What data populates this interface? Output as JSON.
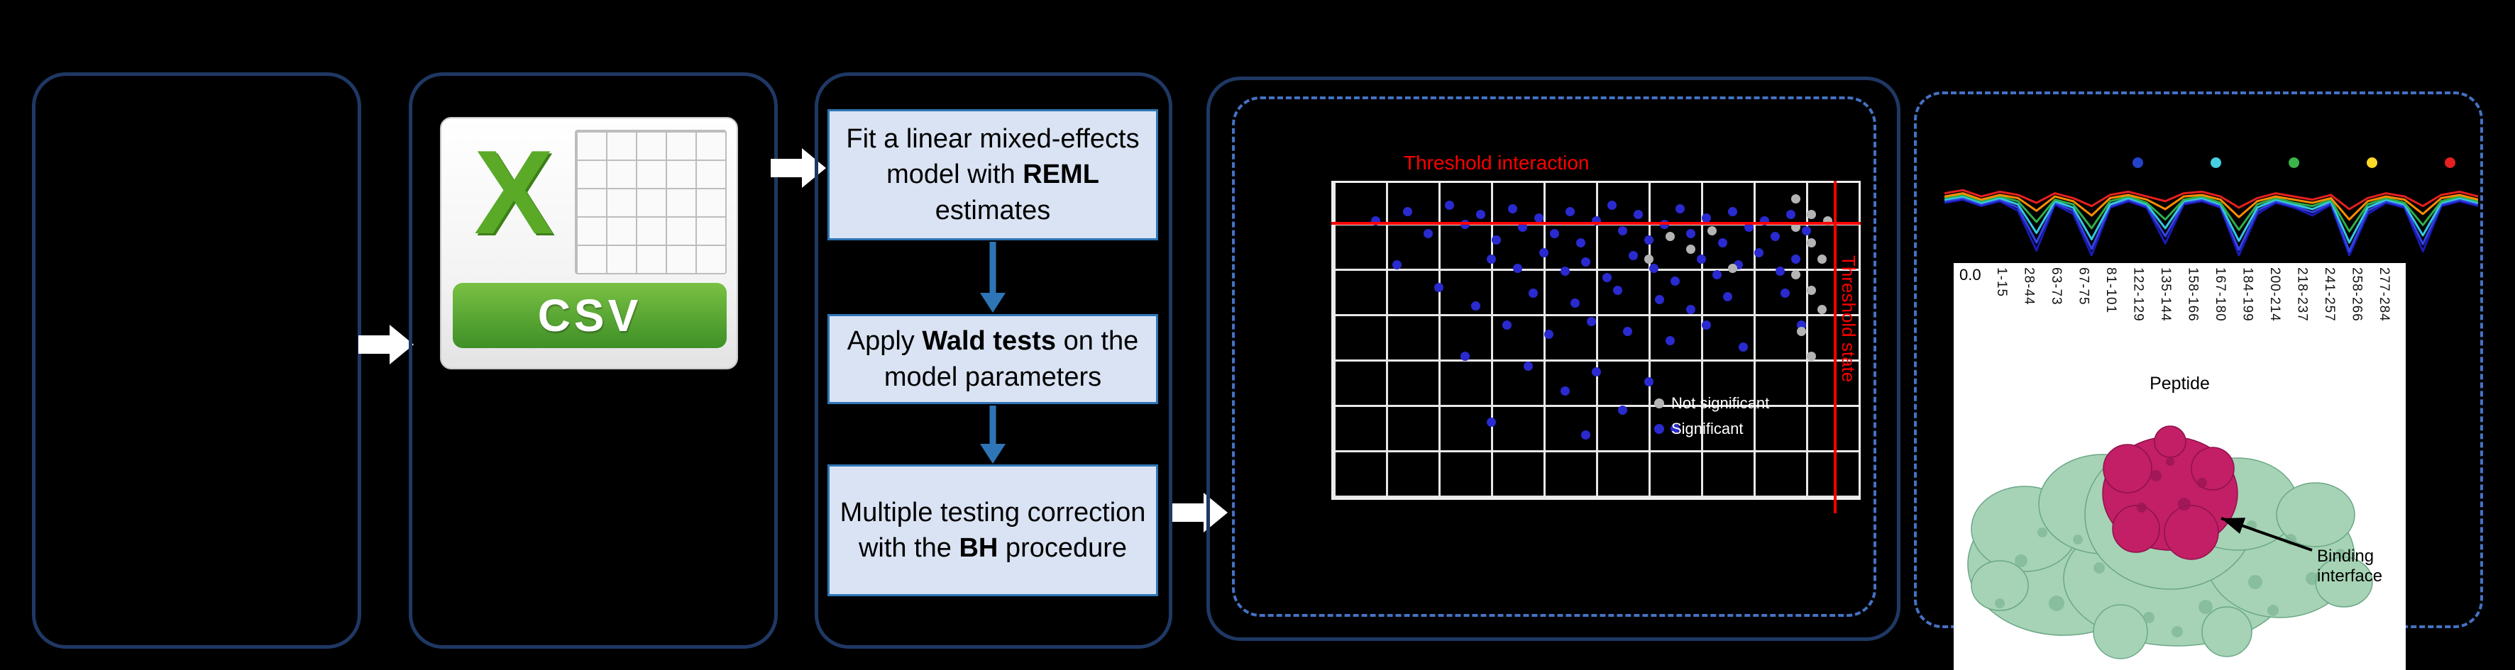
{
  "colors": {
    "background": "#000000",
    "panel_border": "#1f3864",
    "dashed_border": "#4472c4",
    "step_box_fill": "#dae3f3",
    "step_box_border": "#2e75b6",
    "flow_arrow": "#ffffff",
    "step_arrow": "#2e75b6",
    "threshold_red": "#ff0000",
    "significant_blue": "#2a2ad0",
    "nonsignificant_gray": "#b4b4b4",
    "csv_green": "#4a9e2a"
  },
  "csv_icon": {
    "x_letter": "X",
    "label": "CSV"
  },
  "steps": [
    {
      "segments": [
        {
          "t": "Fit a linear mixed-effects model with ",
          "b": false
        },
        {
          "t": "REML",
          "b": true
        },
        {
          "t": " estimates",
          "b": false
        }
      ]
    },
    {
      "segments": [
        {
          "t": "Apply ",
          "b": false
        },
        {
          "t": "Wald tests",
          "b": true
        },
        {
          "t": " on the model parameters",
          "b": false
        }
      ]
    },
    {
      "segments": [
        {
          "t": "Multiple testing correction\nwith the ",
          "b": false
        },
        {
          "t": "BH",
          "b": true
        },
        {
          "t": " procedure",
          "b": false
        }
      ]
    }
  ],
  "scatter_plot": {
    "type": "scatter",
    "threshold_top_label": "Threshold interaction",
    "threshold_side_label": "Threshold state",
    "legend": [
      {
        "label": "Not significant",
        "color": "#b4b4b4"
      },
      {
        "label": "Significant",
        "color": "#2a2ad0"
      }
    ],
    "blue_points": [
      [
        8,
        12
      ],
      [
        12,
        26
      ],
      [
        14,
        9
      ],
      [
        18,
        16
      ],
      [
        20,
        33
      ],
      [
        22,
        7
      ],
      [
        25,
        13
      ],
      [
        25,
        55
      ],
      [
        27,
        39
      ],
      [
        28,
        10
      ],
      [
        30,
        24
      ],
      [
        30,
        76
      ],
      [
        31,
        18
      ],
      [
        33,
        45
      ],
      [
        34,
        8
      ],
      [
        35,
        27
      ],
      [
        36,
        14
      ],
      [
        37,
        58
      ],
      [
        38,
        35
      ],
      [
        39,
        11
      ],
      [
        40,
        22
      ],
      [
        41,
        48
      ],
      [
        42,
        16
      ],
      [
        44,
        28
      ],
      [
        44,
        66
      ],
      [
        45,
        9
      ],
      [
        46,
        38
      ],
      [
        47,
        19
      ],
      [
        48,
        25
      ],
      [
        48,
        80
      ],
      [
        49,
        44
      ],
      [
        50,
        12
      ],
      [
        50,
        60
      ],
      [
        52,
        30
      ],
      [
        53,
        7
      ],
      [
        54,
        34
      ],
      [
        55,
        15
      ],
      [
        55,
        72
      ],
      [
        56,
        47
      ],
      [
        57,
        23
      ],
      [
        58,
        10
      ],
      [
        60,
        18
      ],
      [
        60,
        63
      ],
      [
        61,
        27
      ],
      [
        62,
        37
      ],
      [
        63,
        13
      ],
      [
        64,
        50
      ],
      [
        65,
        31
      ],
      [
        65,
        78
      ],
      [
        66,
        8
      ],
      [
        68,
        16
      ],
      [
        68,
        40
      ],
      [
        70,
        24
      ],
      [
        71,
        11
      ],
      [
        71,
        45
      ],
      [
        73,
        29
      ],
      [
        74,
        19
      ],
      [
        75,
        36
      ],
      [
        76,
        9
      ],
      [
        77,
        26
      ],
      [
        78,
        52
      ],
      [
        79,
        14
      ],
      [
        81,
        22
      ],
      [
        82,
        12
      ],
      [
        84,
        17
      ],
      [
        85,
        28
      ],
      [
        86,
        35
      ],
      [
        87,
        10
      ],
      [
        88,
        24
      ],
      [
        89,
        45
      ],
      [
        90,
        15
      ]
    ],
    "gray_points": [
      [
        60,
        24
      ],
      [
        64,
        17
      ],
      [
        68,
        21
      ],
      [
        72,
        15
      ],
      [
        76,
        27
      ],
      [
        88,
        5
      ],
      [
        88,
        14
      ],
      [
        88,
        29
      ],
      [
        89,
        47
      ],
      [
        91,
        10
      ],
      [
        91,
        19
      ],
      [
        91,
        34
      ],
      [
        91,
        55
      ],
      [
        93,
        24
      ],
      [
        93,
        40
      ],
      [
        94,
        12
      ]
    ]
  },
  "uptake_plot": {
    "type": "line",
    "y_tick_label": "0.0",
    "x_axis_label": "Peptide",
    "peptide_labels": [
      "1-15",
      "28-44",
      "63-73",
      "67-75",
      "81-101",
      "122-129",
      "135-144",
      "158-166",
      "167-180",
      "184-199",
      "200-214",
      "218-237",
      "241-257",
      "258-266",
      "277-284"
    ],
    "legend_dot_colors": [
      "#2443cc",
      "#45d0e0",
      "#3cb44b",
      "#ffd928",
      "#e62020"
    ],
    "series": [
      {
        "name": "navy",
        "color": "#1a1ab8",
        "values": [
          0.34,
          0.3,
          0.38,
          0.32,
          0.44,
          0.94,
          0.36,
          0.48,
          1.0,
          0.4,
          0.32,
          0.4,
          0.85,
          0.36,
          0.32,
          0.4,
          1.0,
          0.48,
          0.34,
          0.4,
          0.5,
          0.36,
          1.0,
          0.48,
          0.34,
          0.4,
          0.95,
          0.38,
          0.32,
          0.38
        ]
      },
      {
        "name": "blue",
        "color": "#3344e0",
        "values": [
          0.32,
          0.28,
          0.36,
          0.3,
          0.4,
          0.84,
          0.34,
          0.44,
          0.92,
          0.38,
          0.3,
          0.38,
          0.76,
          0.34,
          0.3,
          0.38,
          0.93,
          0.44,
          0.32,
          0.38,
          0.46,
          0.34,
          0.95,
          0.44,
          0.32,
          0.38,
          0.86,
          0.36,
          0.3,
          0.36
        ]
      },
      {
        "name": "cyan",
        "color": "#35c8e0",
        "values": [
          0.3,
          0.26,
          0.34,
          0.28,
          0.36,
          0.72,
          0.32,
          0.4,
          0.8,
          0.36,
          0.28,
          0.36,
          0.66,
          0.32,
          0.28,
          0.36,
          0.82,
          0.4,
          0.3,
          0.36,
          0.42,
          0.32,
          0.84,
          0.4,
          0.3,
          0.36,
          0.75,
          0.34,
          0.28,
          0.34
        ]
      },
      {
        "name": "green",
        "color": "#2fae4a",
        "values": [
          0.28,
          0.24,
          0.32,
          0.26,
          0.32,
          0.58,
          0.3,
          0.36,
          0.66,
          0.32,
          0.26,
          0.34,
          0.55,
          0.3,
          0.26,
          0.34,
          0.68,
          0.36,
          0.28,
          0.34,
          0.38,
          0.3,
          0.7,
          0.36,
          0.28,
          0.34,
          0.62,
          0.32,
          0.26,
          0.32
        ]
      },
      {
        "name": "orange",
        "color": "#ff8c00",
        "values": [
          0.26,
          0.22,
          0.3,
          0.24,
          0.28,
          0.44,
          0.26,
          0.32,
          0.5,
          0.28,
          0.24,
          0.3,
          0.42,
          0.26,
          0.24,
          0.3,
          0.52,
          0.32,
          0.26,
          0.3,
          0.34,
          0.28,
          0.55,
          0.32,
          0.26,
          0.3,
          0.48,
          0.28,
          0.24,
          0.3
        ]
      },
      {
        "name": "red",
        "color": "#e62020",
        "values": [
          0.22,
          0.18,
          0.26,
          0.2,
          0.24,
          0.34,
          0.22,
          0.28,
          0.38,
          0.24,
          0.2,
          0.26,
          0.32,
          0.22,
          0.2,
          0.26,
          0.4,
          0.28,
          0.22,
          0.26,
          0.3,
          0.24,
          0.42,
          0.28,
          0.22,
          0.26,
          0.38,
          0.24,
          0.2,
          0.26
        ]
      }
    ]
  },
  "structure_view": {
    "annotation": "Binding\ninterface",
    "surface_color": "#a6d3b5",
    "interface_color": "#c21f66"
  }
}
